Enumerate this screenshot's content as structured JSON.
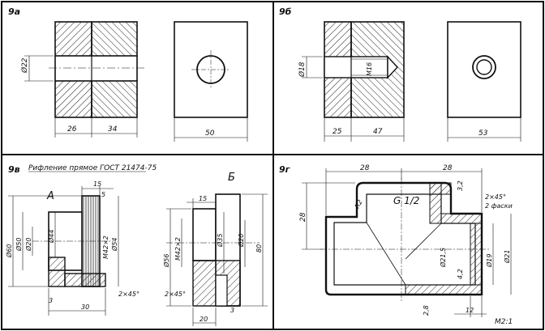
{
  "panels": {
    "a": {
      "id": "9a",
      "dims": {
        "diameter": "Ø22",
        "left": "26",
        "right": "34",
        "end_width": "50"
      }
    },
    "b": {
      "id": "9б",
      "dims": {
        "diameter": "Ø18",
        "thread": "M16",
        "left": "25",
        "right": "47",
        "end_width": "53"
      }
    },
    "v": {
      "id": "9в",
      "note": "Рифление прямое ГОСТ 21474-75",
      "view_a": "А",
      "view_b": "Б",
      "dims_a": [
        "15",
        "5",
        "Ø60",
        "Ø50",
        "Ø20",
        "Ø44",
        "M42×2",
        "Ø54",
        "2×45°",
        "3",
        "30"
      ],
      "dims_b": [
        "15",
        "Ø56",
        "M42×2",
        "Ø35",
        "Ø20",
        "80",
        "2×45°",
        "3",
        "20"
      ]
    },
    "g": {
      "id": "9г",
      "dims": [
        "28",
        "28",
        "3,2",
        "R2",
        "G 1/2",
        "2×45°",
        "2 фаски",
        "28",
        "Ø21,5",
        "Ø19",
        "Ø21",
        "4,2",
        "2,8",
        "12"
      ],
      "scale": "M2:1"
    }
  }
}
